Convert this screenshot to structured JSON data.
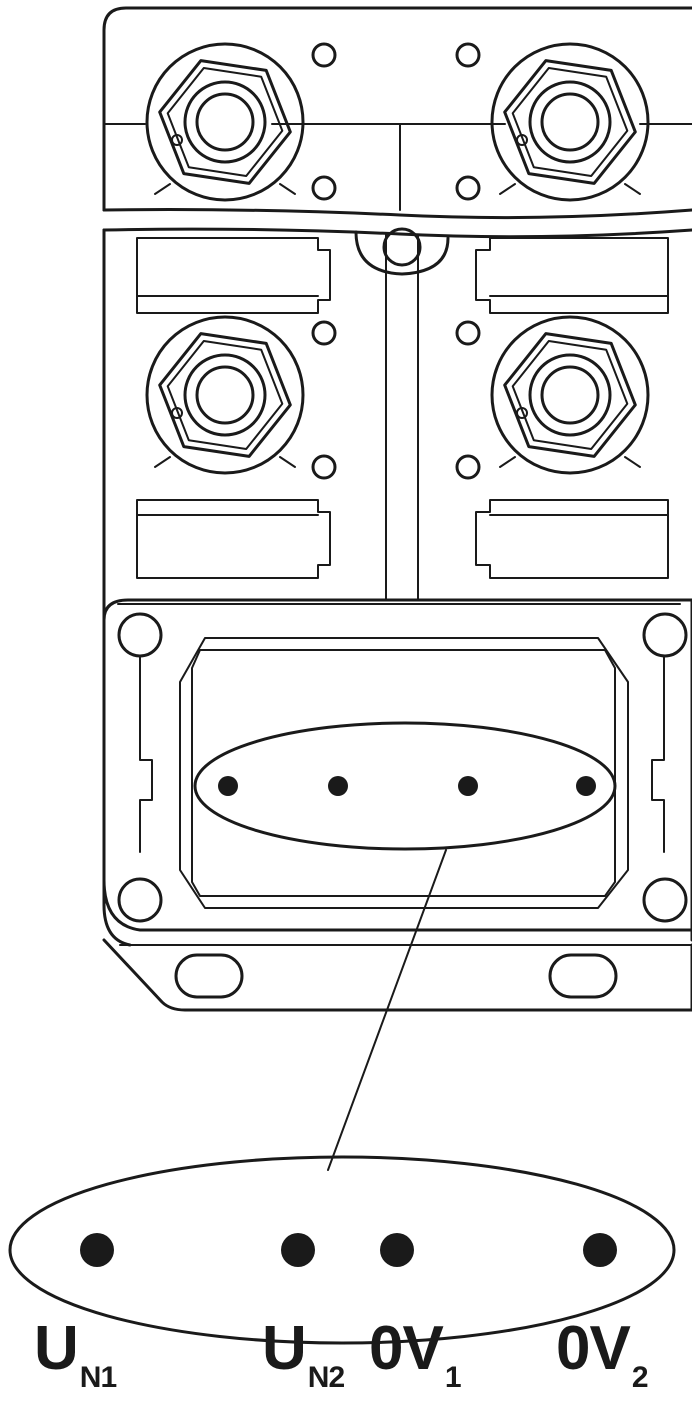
{
  "diagram": {
    "style": {
      "line_color": "#1a1a1a",
      "background": "#ffffff"
    },
    "connector_ports": [
      {
        "name": "port-top-left"
      },
      {
        "name": "port-top-right"
      },
      {
        "name": "port-middle-left"
      },
      {
        "name": "port-middle-right"
      }
    ],
    "terminals": [
      {
        "main": "U",
        "sub": "N1"
      },
      {
        "main": "U",
        "sub": "N2"
      },
      {
        "main": "0V",
        "sub": "1"
      },
      {
        "main": "0V",
        "sub": "2"
      }
    ]
  }
}
